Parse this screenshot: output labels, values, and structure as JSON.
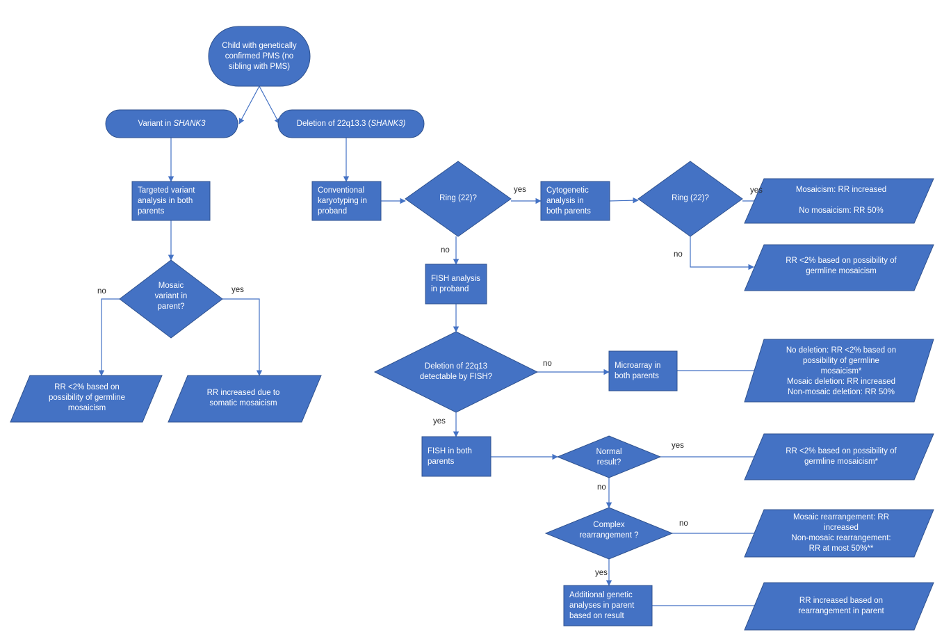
{
  "nodes": {
    "start": {
      "text": "Child with genetically\nconfirmed PMS (no\nsibling with PMS)"
    },
    "variant": {
      "prefix": "Variant in ",
      "italic": "SHANK3",
      "suffix": ""
    },
    "deletion": {
      "prefix": "Deletion of 22q13.3 (",
      "italic": "SHANK3)",
      "suffix": ""
    },
    "targeted": {
      "text": "Targeted variant\nanalysis in both\nparents"
    },
    "karyotype": {
      "text": "Conventional\nkaryotyping in\nproband"
    },
    "ring1": {
      "text": "Ring (22)?"
    },
    "cytogenetic": {
      "text": "Cytogenetic\nanalysis in\nboth parents"
    },
    "ring2": {
      "text": "Ring (22)?"
    },
    "mosaic_rr": {
      "text": "Mosaicism: RR increased\n\nNo mosaicism: RR 50%"
    },
    "rr_ring_no": {
      "text": "RR <2% based on possibility of\ngermline mosaicism"
    },
    "mosaic_variant": {
      "text": "Mosaic\nvariant in\nparent?"
    },
    "rr_variant_no": {
      "text": "RR <2% based on\npossibility of germline\nmosaicism"
    },
    "rr_variant_yes": {
      "text": "RR increased due to\nsomatic mosaicism"
    },
    "fish_proband": {
      "text": "FISH analysis\nin proband"
    },
    "deletion_fish": {
      "text": "Deletion of 22q13\ndetectable by FISH?"
    },
    "microarray": {
      "text": "Microarray in\nboth parents"
    },
    "microarray_result": {
      "text": "No deletion: RR <2% based on\npossibility of germline\nmosaicism*\nMosaic deletion: RR increased\nNon-mosaic deletion: RR 50%"
    },
    "fish_parents": {
      "text": "FISH in both\nparents"
    },
    "normal_result": {
      "text": "Normal\nresult?"
    },
    "rr_normal": {
      "text": "RR <2% based on possibility of\ngermline mosaicism*"
    },
    "complex": {
      "text": "Complex\nrearrangement ?"
    },
    "rr_complex_no": {
      "text": "Mosaic rearrangement: RR\nincreased\nNon-mosaic rearrangement:\nRR at most 50%**"
    },
    "additional": {
      "text": "Additional genetic\nanalyses in parent\nbased on result"
    },
    "rr_additional": {
      "text": "RR increased based on\nrearrangement in parent"
    }
  },
  "edge_labels": {
    "ring1_yes": "yes",
    "ring1_no": "no",
    "ring2_yes": "yes",
    "ring2_no": "no",
    "mosaic_no": "no",
    "mosaic_yes": "yes",
    "fish_no": "no",
    "fish_yes": "yes",
    "normal_yes": "yes",
    "normal_no": "no",
    "complex_no": "no",
    "complex_yes": "yes"
  },
  "colors": {
    "fill": "#4472c4",
    "stroke": "#2f528f",
    "line": "#4472c4",
    "text": "#ffffff",
    "label": "#262626"
  }
}
